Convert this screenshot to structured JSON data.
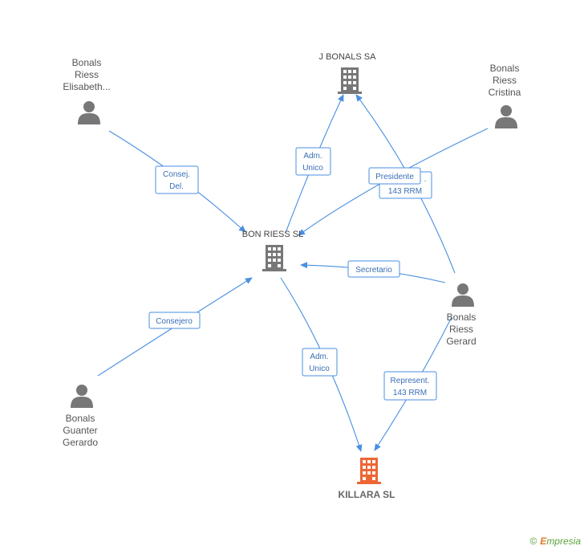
{
  "colors": {
    "edge": "#4a8fe0",
    "person": "#777777",
    "company": "#777777",
    "target": "#ee6633"
  },
  "nodes": [
    {
      "id": "jbonals",
      "type": "company",
      "lines": [
        "J BONALS SA"
      ]
    },
    {
      "id": "bonriess",
      "type": "company",
      "lines": [
        "BON RIESS SL"
      ]
    },
    {
      "id": "killara",
      "type": "target",
      "lines": [
        "KILLARA SL"
      ]
    },
    {
      "id": "elisabeth",
      "type": "person",
      "lines": [
        "Bonals",
        "Riess",
        "Elisabeth..."
      ]
    },
    {
      "id": "cristina",
      "type": "person",
      "lines": [
        "Bonals",
        "Riess",
        "Cristina"
      ]
    },
    {
      "id": "gerard",
      "type": "person",
      "lines": [
        "Bonals",
        "Riess",
        "Gerard"
      ]
    },
    {
      "id": "guanter",
      "type": "person",
      "lines": [
        "Bonals",
        "Guanter",
        "Gerardo"
      ]
    }
  ],
  "edges": [
    {
      "id": "e1",
      "lines": [
        "Consej.",
        "Del."
      ]
    },
    {
      "id": "e2",
      "lines": [
        "Adm.",
        "Unico"
      ]
    },
    {
      "id": "e3",
      "lines": [
        "Presidente"
      ]
    },
    {
      "id": "e4",
      "lines": [
        "Represent.",
        "143 RRM"
      ]
    },
    {
      "id": "e5",
      "lines": [
        "Secretario"
      ]
    },
    {
      "id": "e6",
      "lines": [
        "Consejero"
      ]
    },
    {
      "id": "e7",
      "lines": [
        "Adm.",
        "Unico"
      ]
    },
    {
      "id": "e8",
      "lines": [
        "Represent.",
        "143 RRM"
      ]
    }
  ],
  "brand": {
    "symbol": "©",
    "initial": "E",
    "rest": "mpresia"
  }
}
